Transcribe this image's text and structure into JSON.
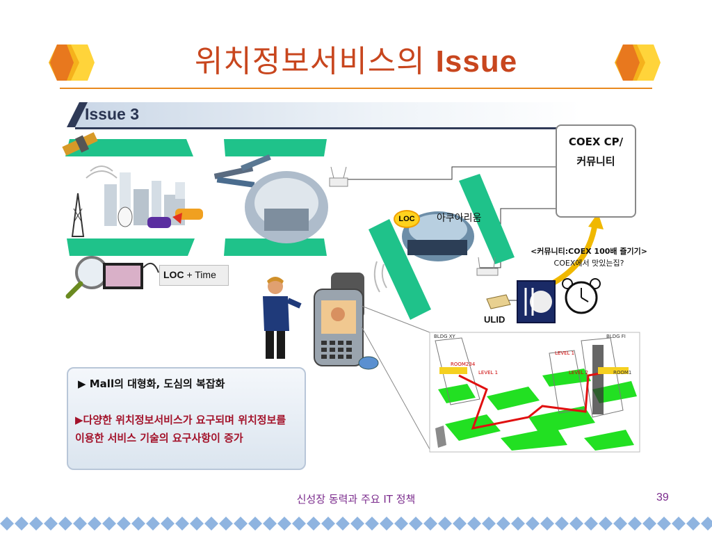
{
  "slide": {
    "title_korean": "위치정보서비스의",
    "title_english": "Issue",
    "section_label": "Issue 3"
  },
  "diagram": {
    "loc_time_loc": "LOC",
    "loc_time_rest": "+ Time",
    "loc_badge": "LOC",
    "aquarium_label": "아쿠아리움",
    "coex_line1": "COEX CP/",
    "coex_line2": "커뮤니티",
    "community_line1": "<커뮤니티:COEX 100배 즐기기>",
    "community_line2": "COEX에서 맛있는집?",
    "ulid_label": "ULID",
    "map_labels": [
      "BLDG XY",
      "BLDG FI",
      "ROOM234",
      "LEVEL 1",
      "LEVEL 1",
      "LEVEL 2",
      "ROOM1"
    ]
  },
  "info_box": {
    "line1": "▶ Mall의 대형화, 도심의 복잡화",
    "line2": "▶다양한 위치정보서비스가 요구되며 위치정보를 이용한 서비스 기술의 요구사항이 증가"
  },
  "footer": {
    "text": "신성장 동력과 주요 IT 정책",
    "page_number": "39"
  },
  "colors": {
    "title": "#c8461e",
    "rule": "#e8891e",
    "green_band": "#1fc28a",
    "map_green": "#22e022",
    "route_red": "#e01010",
    "footer_purple": "#7a2a8c",
    "diamond_blue": "#8fb4e0"
  }
}
